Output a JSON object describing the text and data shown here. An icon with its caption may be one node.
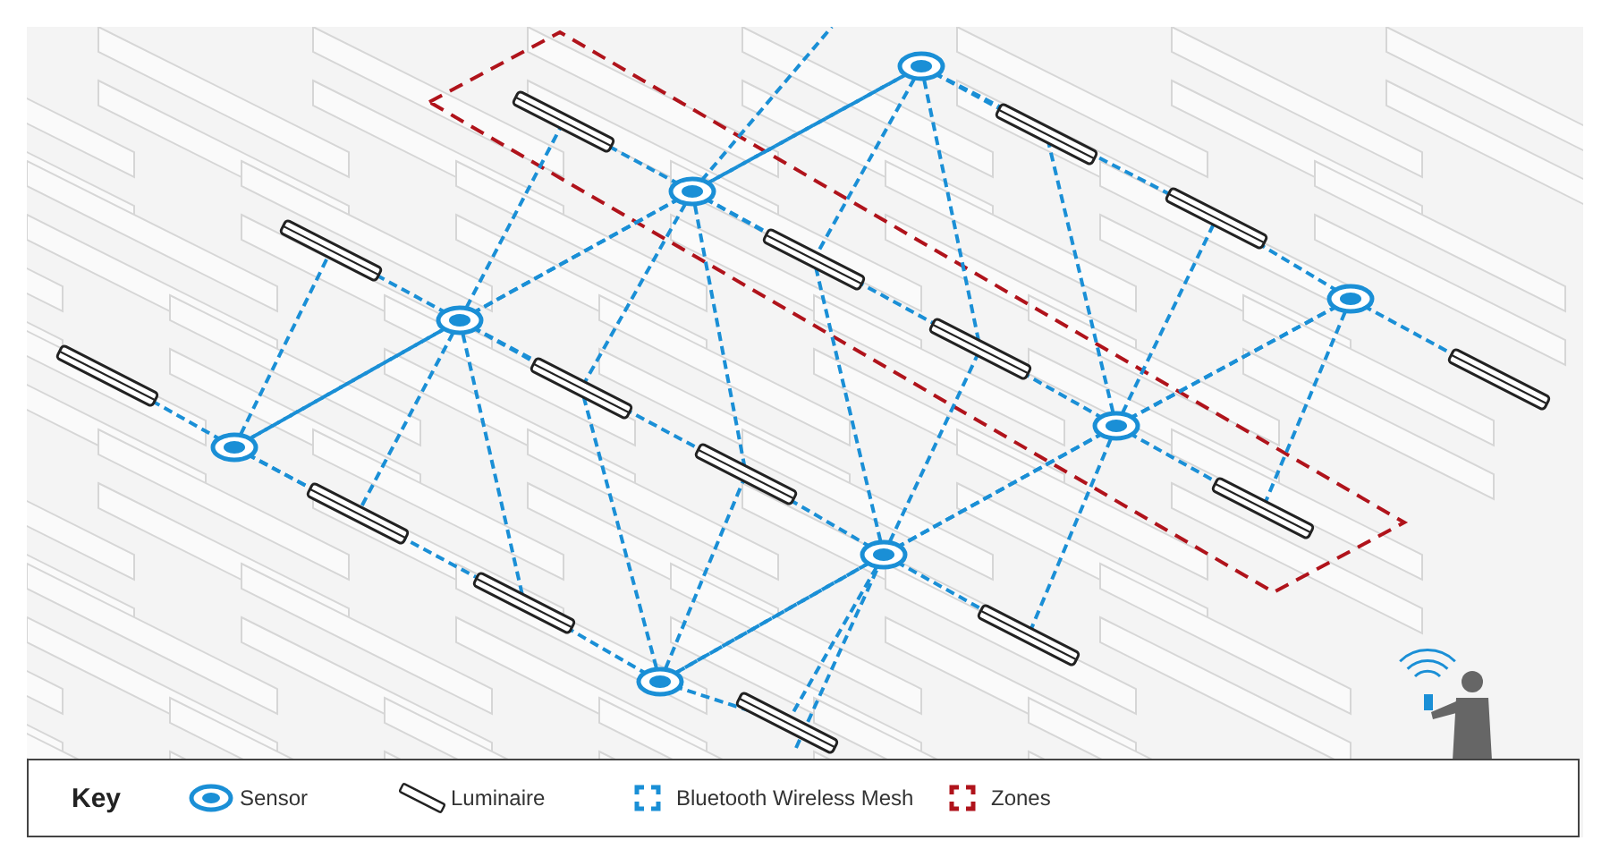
{
  "diagram": {
    "labels": [
      "Key"
    ],
    "legend": [
      {
        "text": "Sensor"
      },
      {
        "text": "Luminaire"
      },
      {
        "text": "Bluetooth Wireless Mesh"
      },
      {
        "text": "Zones"
      }
    ]
  }
}
